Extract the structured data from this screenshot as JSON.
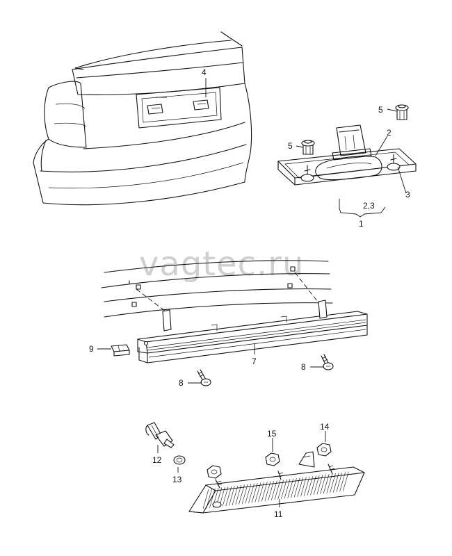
{
  "watermark": "vagtec.ru",
  "callouts": {
    "c1": "1",
    "c23": "2,3",
    "c2": "2",
    "c3": "3",
    "c4": "4",
    "c5a": "5",
    "c5b": "5",
    "c7": "7",
    "c8a": "8",
    "c8b": "8",
    "c9": "9",
    "c11": "11",
    "c12": "12",
    "c13": "13",
    "c14": "14",
    "c15": "15"
  }
}
